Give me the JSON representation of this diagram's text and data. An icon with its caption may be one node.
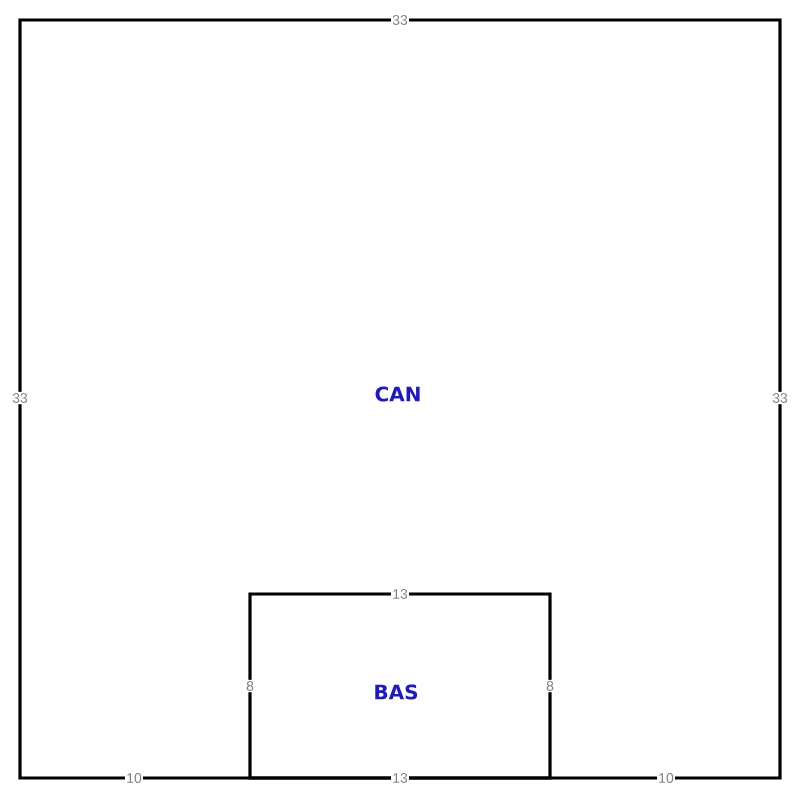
{
  "diagram": {
    "nodes": [
      {
        "text": [
          "CAN"
        ]
      },
      {
        "text": [
          "BAS"
        ],
        "in": 0
      }
    ],
    "labels": [
      "33",
      "33",
      "33",
      "13",
      "8",
      "8",
      "10",
      "13",
      "10"
    ]
  }
}
